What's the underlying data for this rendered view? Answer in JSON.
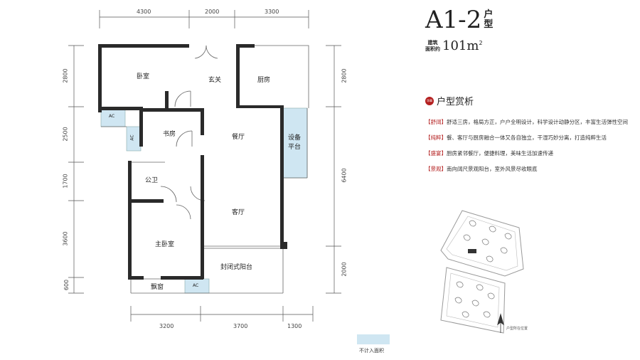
{
  "title": {
    "model": "A1-2",
    "model_suffix_top": "户",
    "model_suffix_bottom": "型",
    "area_label_top": "建筑",
    "area_label_bottom": "面积约",
    "area_value": "101m",
    "area_sup": "2"
  },
  "analysis": {
    "seal": "华章",
    "heading": "户型赏析",
    "items": [
      {
        "tag": "【舒阔】",
        "text": "舒适三房，格局方正，户户全明设计，科学设计动静分区，丰富生活弹性空间"
      },
      {
        "tag": "【纯粹】",
        "text": "餐、客厅与厨房融合一体又各自独立，干湿巧妙分离，打造纯粹生活"
      },
      {
        "tag": "【盛宴】",
        "text": "厨房紧邻餐厅，便捷料理，美味生活加速传递"
      },
      {
        "tag": "【景观】",
        "text": "南向阔尺景观阳台，室外风景尽收眼底"
      }
    ]
  },
  "dimensions": {
    "top": [
      "4300",
      "2000",
      "3300"
    ],
    "bottom": [
      "3200",
      "3700",
      "1300"
    ],
    "left": [
      "2800",
      "2500",
      "1700",
      "3600",
      "600"
    ],
    "right": [
      "2800",
      "6400",
      "2000"
    ]
  },
  "rooms": {
    "bedroom": "卧室",
    "foyer": "玄关",
    "kitchen": "厨房",
    "study": "书房",
    "dining": "餐厅",
    "equipment_1": "设备",
    "equipment_2": "平台",
    "bathroom": "公卫",
    "living": "客厅",
    "master_bedroom": "主卧室",
    "balcony": "封闭式阳台",
    "bay_window": "飘窗",
    "ac": "AC"
  },
  "legend": {
    "swatch_color": "#cfe6f2",
    "label": "不计入面积"
  },
  "site_plan": {
    "label": "户型所在位置"
  },
  "colors": {
    "wall": "#2a2a2a",
    "accent_red": "#b42020",
    "non_area": "#cfe6f2"
  }
}
